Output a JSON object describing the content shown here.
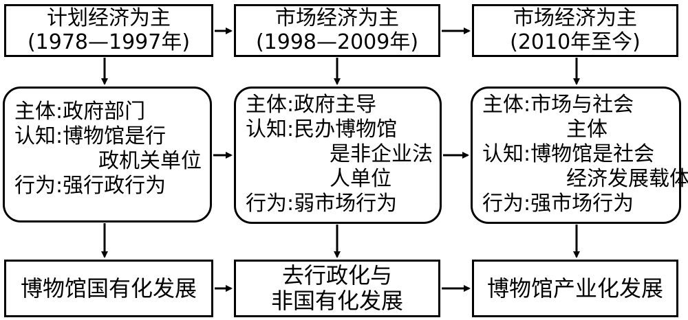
{
  "stages": [
    {
      "title": "计划经济为主",
      "period": "(1978—1997年)",
      "subject_label": "主体: ",
      "subject_lines": [
        "政府部门"
      ],
      "cognition_label": "认知: ",
      "cognition_lines": [
        "博物馆是行",
        "政机关单位"
      ],
      "behavior_label": "行为: ",
      "behavior": "强行政行为",
      "outcome_lines": [
        "博物馆国有化发展"
      ]
    },
    {
      "title": "市场经济为主",
      "period": "(1998—2009年)",
      "subject_label": "主体: ",
      "subject_lines": [
        "政府主导"
      ],
      "cognition_label": "认知: ",
      "cognition_lines": [
        "民办博物馆",
        "是非企业法",
        "人单位"
      ],
      "behavior_label": "行为: ",
      "behavior": "弱市场行为",
      "outcome_lines": [
        "去行政化与",
        "非国有化发展"
      ]
    },
    {
      "title": "市场经济为主",
      "period": "(2010年至今)",
      "subject_label": "主体: ",
      "subject_lines": [
        "市场与社会",
        "主体"
      ],
      "cognition_label": "认知: ",
      "cognition_lines": [
        "博物馆是社会",
        "经济发展载体"
      ],
      "behavior_label": "行为: ",
      "behavior": "强市场行为",
      "outcome_lines": [
        "博物馆产业化发展"
      ]
    }
  ]
}
